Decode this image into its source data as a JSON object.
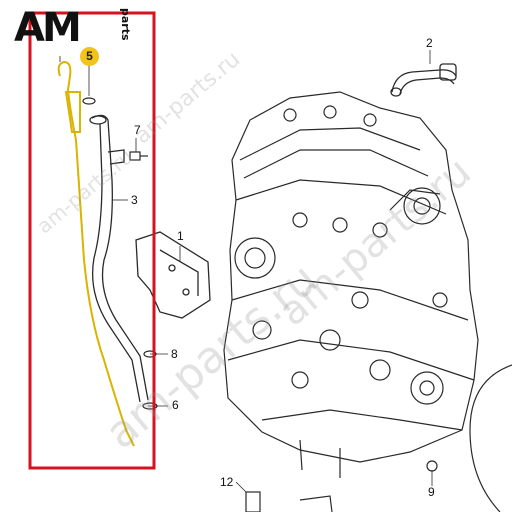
{
  "logo": {
    "mark": "AM",
    "sub": "parts"
  },
  "watermarks": [
    "am-parts.ru",
    "am-parts.ru",
    "am-parts.ru",
    "am-parts.ru"
  ],
  "callouts": {
    "n1": "1",
    "n2": "2",
    "n3": "3",
    "n5": "5",
    "n6": "6",
    "n7": "7",
    "n8": "8",
    "n9": "9",
    "n12": "12"
  },
  "colors": {
    "highlight_frame": "#d6121f",
    "badge": "#f2c318",
    "dipstick": "#d9b400",
    "line_art": "#2a2a2a"
  }
}
